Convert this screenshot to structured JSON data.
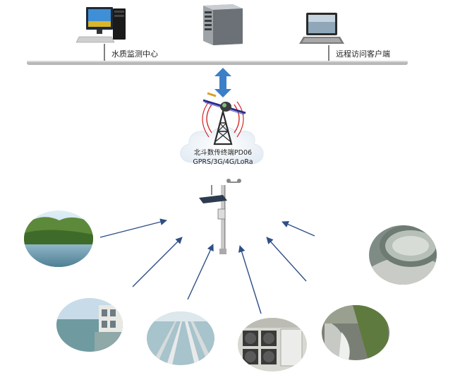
{
  "top": {
    "monitoring_center_label": "水质监测中心",
    "remote_client_label": "远程访问客户端"
  },
  "terminal": {
    "line1": "北斗数传终端PD06",
    "line2": "GPRS/3G/4G/LoRa"
  },
  "colors": {
    "bus_line": "#b8b8b8",
    "uplink_arrow": "#3d7fc6",
    "data_arrows": "#2e4f86",
    "signal_red": "#d22a2a",
    "cloud_fill": "#eef3f8"
  },
  "icons": [
    "desktop-computer-icon",
    "server-tower-icon",
    "laptop-icon",
    "satellite-icon",
    "signal-tower-icon",
    "weather-station-pole-icon"
  ],
  "sites": [
    "reservoir-photo",
    "water-gate-photo",
    "treatment-channels-photo",
    "pump-room-photo",
    "outfall-photo",
    "clarifier-tank-photo"
  ]
}
